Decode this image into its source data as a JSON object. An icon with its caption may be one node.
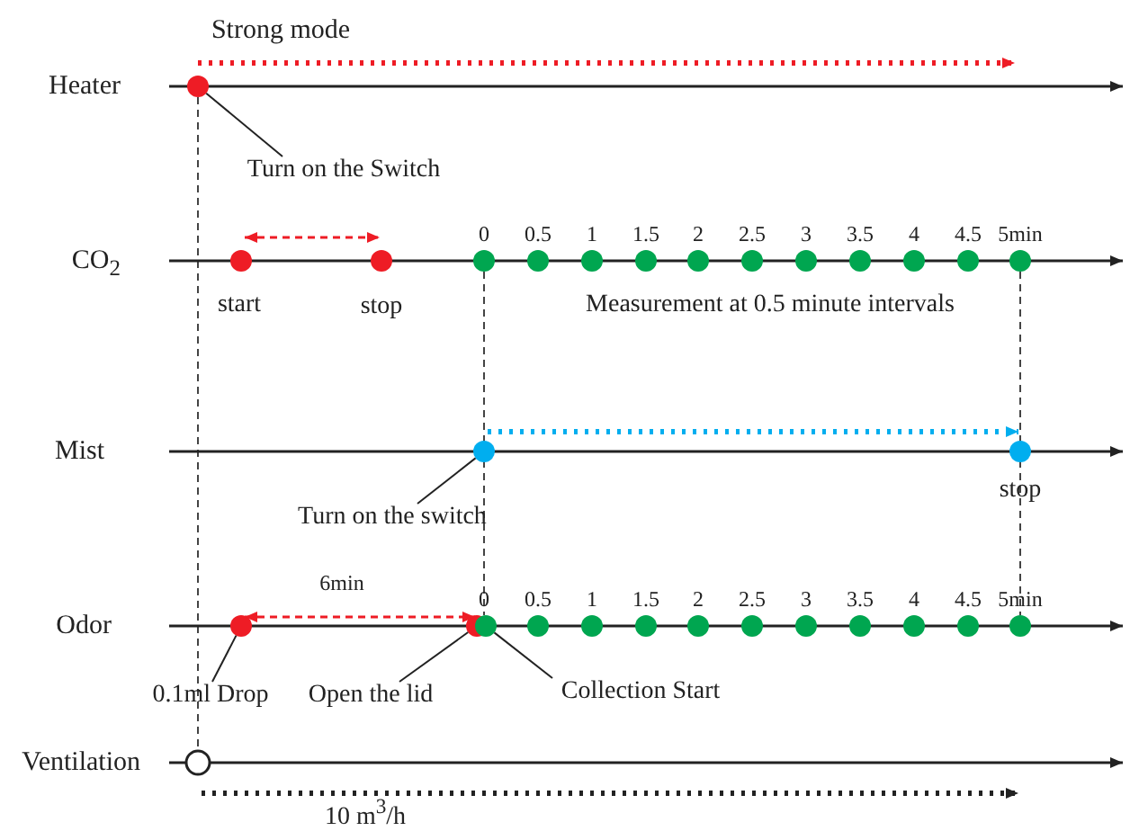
{
  "diagram": {
    "nodes": [
      {
        "text": [],
        "shape": "circle"
      },
      {
        "text": [
          "Turn on the Switch"
        ]
      },
      {
        "text": [],
        "shape": "circle",
        "beside": [
          "start"
        ]
      },
      {
        "text": [],
        "shape": "circle",
        "beside": [
          "stop"
        ]
      },
      {
        "text": [],
        "shape": "circle"
      },
      {
        "text": [],
        "shape": "circle"
      },
      {
        "text": [],
        "shape": "circle"
      },
      {
        "text": [],
        "shape": "circle"
      },
      {
        "text": [],
        "shape": "circle"
      },
      {
        "text": [],
        "shape": "circle"
      },
      {
        "text": [],
        "shape": "circle"
      },
      {
        "text": [],
        "shape": "circle"
      },
      {
        "text": [],
        "shape": "circle"
      },
      {
        "text": [],
        "shape": "circle"
      },
      {
        "text": [],
        "shape": "circle"
      },
      {
        "text": [],
        "shape": "circle"
      },
      {
        "text": [
          "Turn on the switch"
        ]
      },
      {
        "text": [],
        "shape": "circle",
        "beside": [
          "stop"
        ]
      },
      {
        "text": [],
        "shape": "circle"
      },
      {
        "text": [
          "0.1ml Drop"
        ]
      },
      {
        "text": [],
        "shape": "circle"
      },
      {
        "text": [
          "Open the lid"
        ]
      },
      {
        "text": [],
        "shape": "circle"
      },
      {
        "text": [
          "Collection Start"
        ]
      },
      {
        "text": [],
        "shape": "circle"
      },
      {
        "text": [],
        "shape": "circle"
      },
      {
        "text": [],
        "shape": "circle"
      },
      {
        "text": [],
        "shape": "circle"
      },
      {
        "text": [],
        "shape": "circle"
      },
      {
        "text": [],
        "shape": "circle"
      },
      {
        "text": [],
        "shape": "circle"
      },
      {
        "text": [],
        "shape": "circle"
      },
      {
        "text": [],
        "shape": "circle"
      },
      {
        "text": [],
        "shape": "circle"
      },
      {
        "text": [],
        "shape": "circle"
      }
    ],
    "edges": [
      {
        "from": 1,
        "to": 0,
        "arrow": "none"
      },
      {
        "from": 16,
        "to": 15,
        "arrow": "none"
      },
      {
        "from": 19,
        "to": 18,
        "arrow": "none"
      },
      {
        "from": 21,
        "to": 20,
        "arrow": "none"
      },
      {
        "from": 23,
        "to": 22,
        "arrow": "none"
      },
      {
        "from": 2,
        "to": 3,
        "arrow": "both",
        "style": "dashed",
        "color": "#ee1c25"
      },
      {
        "from": 15,
        "to": 17,
        "arrow": "to",
        "style": "dashed",
        "color": "#00aeef"
      },
      {
        "from": 18,
        "to": 20,
        "arrow": "both",
        "style": "dashed",
        "color": "#ee1c25"
      }
    ],
    "labels": [
      "Strong mode",
      "Heater",
      "0",
      "0.5",
      "1",
      "1.5",
      "2",
      "2.5",
      "3",
      "3.5",
      "4",
      "4.5",
      "5min",
      "CO$_{2}$",
      "Measurement at 0.5 minute intervals",
      "Mist",
      "6min",
      "0",
      "0.5",
      "1",
      "1.5",
      "2",
      "2.5",
      "3",
      "3.5",
      "4",
      "4.5",
      "5min",
      "Odor",
      "Ventilation",
      "10 m$^{3}$/h"
    ]
  }
}
